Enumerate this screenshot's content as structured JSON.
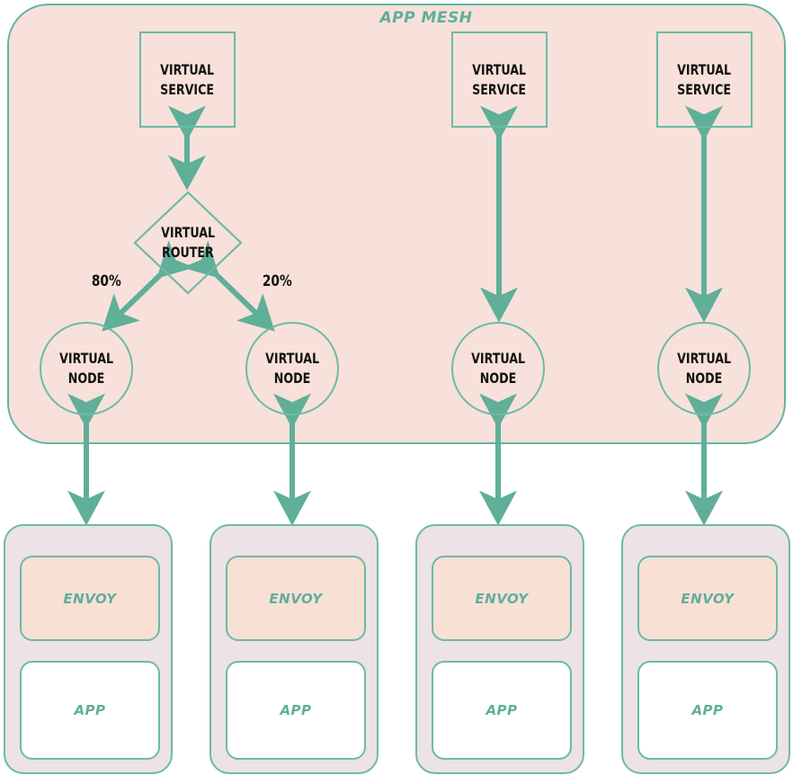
{
  "diagram": {
    "title": "APP MESH",
    "accent_color": "#66B3A0",
    "mesh_bg": "#F7E1DA",
    "task_bg": "#EDE2E6",
    "envoy_bg": "#F8E0D5",
    "app_bg": "#FFFFFF",
    "text_color": "#121212"
  },
  "virtual_services": [
    {
      "line1": "VIRTUAL",
      "line2": "SERVICE"
    },
    {
      "line1": "VIRTUAL",
      "line2": "SERVICE"
    },
    {
      "line1": "VIRTUAL",
      "line2": "SERVICE"
    }
  ],
  "virtual_router": {
    "line1": "VIRTUAL",
    "line2": "ROUTER"
  },
  "weights": [
    {
      "label": "80%"
    },
    {
      "label": "20%"
    }
  ],
  "virtual_nodes": [
    {
      "line1": "VIRTUAL",
      "line2": "NODE"
    },
    {
      "line1": "VIRTUAL",
      "line2": "NODE"
    },
    {
      "line1": "VIRTUAL",
      "line2": "NODE"
    },
    {
      "line1": "VIRTUAL",
      "line2": "NODE"
    }
  ],
  "tasks": [
    {
      "envoy": "ENVOY",
      "app": "APP"
    },
    {
      "envoy": "ENVOY",
      "app": "APP"
    },
    {
      "envoy": "ENVOY",
      "app": "APP"
    },
    {
      "envoy": "ENVOY",
      "app": "APP"
    }
  ]
}
